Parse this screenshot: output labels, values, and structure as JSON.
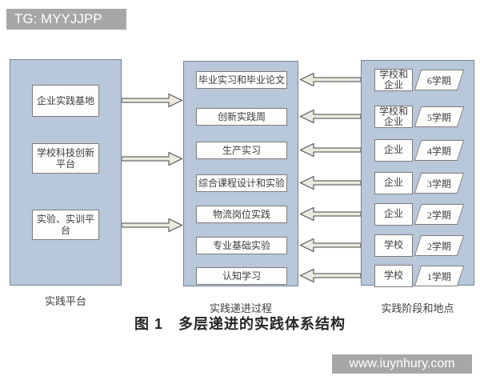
{
  "watermark_top": "TG: MYYJJPP",
  "watermark_bottom": "www.iuynhury.com",
  "caption": "图 1　多层递进的实践体系结构",
  "columns": {
    "platform": {
      "label": "实践平台",
      "items": [
        "企业实践基地",
        "学校科技创新平台",
        "实验、实训平台"
      ]
    },
    "process": {
      "label": "实践递进过程",
      "items": [
        "毕业实习和毕业论文",
        "创新实践周",
        "生产实习",
        "综合课程设计和实验",
        "物流岗位实践",
        "专业基础实验",
        "认知学习"
      ]
    },
    "stage": {
      "label": "实践阶段和地点",
      "rows": [
        {
          "place": "学校和企业",
          "term": "6学期"
        },
        {
          "place": "学校和企业",
          "term": "5学期"
        },
        {
          "place": "企业",
          "term": "4学期"
        },
        {
          "place": "企业",
          "term": "3学期"
        },
        {
          "place": "企业",
          "term": "2学期"
        },
        {
          "place": "学校",
          "term": "2学期"
        },
        {
          "place": "学校",
          "term": "1学期"
        }
      ]
    }
  },
  "icons": {
    "right_arrow": "block-arrow-right-icon",
    "left_arrow": "block-arrow-left-icon"
  },
  "colors": {
    "panel_fill": "#b8c7d9",
    "panel_border": "#76828f",
    "box_fill": "#fdfdfc",
    "box_border": "#7d7d7d",
    "arrow_fill": "#ece9e0",
    "arrow_stroke": "#454545",
    "banner_bg": "#a7a7a7",
    "banner_text": "#ffffff"
  }
}
